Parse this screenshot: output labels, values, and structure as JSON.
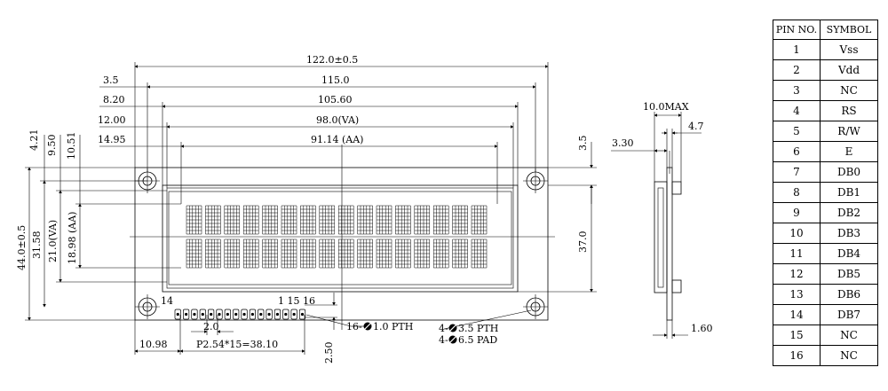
{
  "front_view": {
    "dims_top": [
      "122.0±0.5",
      "115.0",
      "105.60",
      "98.0(VA)",
      "91.14 (AA)"
    ],
    "dims_left_offsets": [
      "3.5",
      "8.20",
      "12.00",
      "14.95"
    ],
    "dims_vertical_left": [
      "4.21",
      "9.50",
      "10.51",
      "44.0±0.5",
      "31.58",
      "21.0(VA)",
      "18.98 (AA)"
    ],
    "dims_right": [
      "3.5",
      "37.0"
    ],
    "pin_first": "14",
    "pin_labels_right": "1 15 16",
    "dim_pin_spacing": "2.0",
    "dim_pin_offset": "10.98",
    "dim_pin_pitch": "P2.54*15=38.10",
    "dim_pin_row": "2.50",
    "note_pth16": "16-",
    "note_pth16_tail": "1.0 PTH",
    "note_holes_a": "4-",
    "note_holes_a_tail": "3.5 PTH",
    "note_holes_b": "4-",
    "note_holes_b_tail": "6.5 PAD"
  },
  "side_view": {
    "dim_max": "10.0MAX",
    "dim_47": "4.7",
    "dim_330": "3.30",
    "dim_160": "1.60"
  },
  "pin_table": {
    "header_pin": "PIN NO.",
    "header_symbol": "SYMBOL",
    "rows": [
      {
        "pin": "1",
        "symbol": "Vss"
      },
      {
        "pin": "2",
        "symbol": "Vdd"
      },
      {
        "pin": "3",
        "symbol": "NC"
      },
      {
        "pin": "4",
        "symbol": "RS"
      },
      {
        "pin": "5",
        "symbol": "R/W"
      },
      {
        "pin": "6",
        "symbol": "E"
      },
      {
        "pin": "7",
        "symbol": "DB0"
      },
      {
        "pin": "8",
        "symbol": "DB1"
      },
      {
        "pin": "9",
        "symbol": "DB2"
      },
      {
        "pin": "10",
        "symbol": "DB3"
      },
      {
        "pin": "11",
        "symbol": "DB4"
      },
      {
        "pin": "12",
        "symbol": "DB5"
      },
      {
        "pin": "13",
        "symbol": "DB6"
      },
      {
        "pin": "14",
        "symbol": "DB7"
      },
      {
        "pin": "15",
        "symbol": "NC"
      },
      {
        "pin": "16",
        "symbol": "NC"
      }
    ]
  }
}
